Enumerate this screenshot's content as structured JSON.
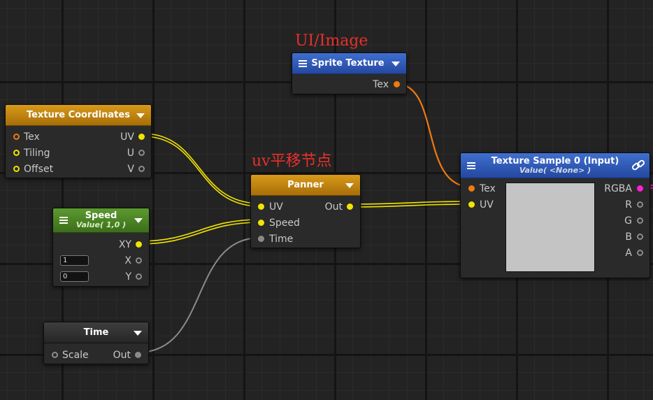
{
  "annotations": {
    "sprite": "UI/Image",
    "panner": "uv平移节点"
  },
  "nodes": {
    "texcoord": {
      "title": "Texture Coordinates",
      "inputs": [
        "Tex",
        "Tiling",
        "Offset"
      ],
      "outputs": [
        "UV",
        "U",
        "V"
      ]
    },
    "sprite": {
      "title": "Sprite Texture",
      "outputs": [
        "Tex"
      ]
    },
    "panner": {
      "title": "Panner",
      "inputs": [
        "UV",
        "Speed",
        "Time"
      ],
      "outputs": [
        "Out"
      ]
    },
    "speed": {
      "title": "Speed",
      "subtitle": "Value( 1,0 )",
      "outputs": [
        "XY",
        "X",
        "Y"
      ],
      "x_value": "1",
      "y_value": "0"
    },
    "time": {
      "title": "Time",
      "inputs": [
        "Scale"
      ],
      "outputs": [
        "Out"
      ]
    },
    "sample": {
      "title": "Texture Sample 0 (Input)",
      "subtitle": "Value( <None> )",
      "inputs": [
        "Tex",
        "UV"
      ],
      "outputs": [
        "RGBA",
        "R",
        "G",
        "B",
        "A"
      ]
    }
  },
  "colors": {
    "header_orange": "#c8880f",
    "header_blue": "#2f5cbf",
    "header_green": "#4c8424",
    "wire_yellow": "#f2e400",
    "wire_orange": "#f07a10",
    "wire_gray": "#8a8a8a",
    "port_magenta": "#ff1fd6",
    "annotation_red": "#e8302c"
  },
  "icons": [
    "menu-icon",
    "dropdown-icon",
    "link-icon"
  ]
}
